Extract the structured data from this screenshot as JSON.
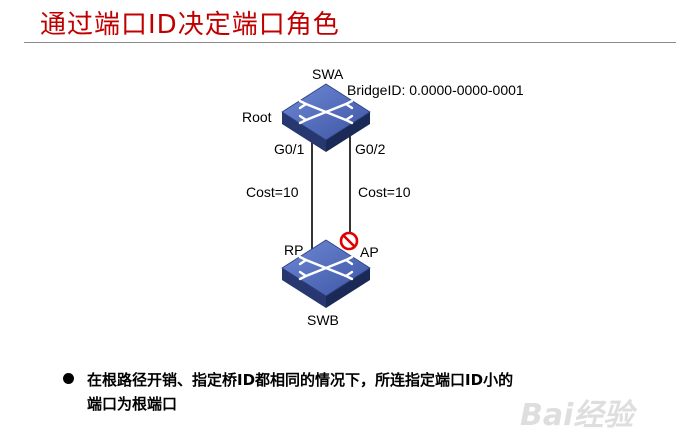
{
  "slide": {
    "title": "通过端口ID决定端口角色"
  },
  "diagram": {
    "swa": {
      "name": "SWA",
      "bridge_id": "BridgeID: 0.0000-0000-0001",
      "role": "Root"
    },
    "swb": {
      "name": "SWB"
    },
    "links": [
      {
        "port": "G0/1",
        "cost": "Cost=10",
        "swb_port_role": "RP",
        "blocked": false
      },
      {
        "port": "G0/2",
        "cost": "Cost=10",
        "swb_port_role": "AP",
        "blocked": true
      }
    ],
    "colors": {
      "switch_top": "#4d68b8",
      "switch_side": "#22336e",
      "link": "#000000",
      "block": "#e00000"
    }
  },
  "bullet": {
    "line1": "在根路径开销、指定桥ID都相同的情况下，所连指定端口ID小的",
    "line2": "端口为根端口"
  },
  "watermark": {
    "text": "Bai经验"
  }
}
